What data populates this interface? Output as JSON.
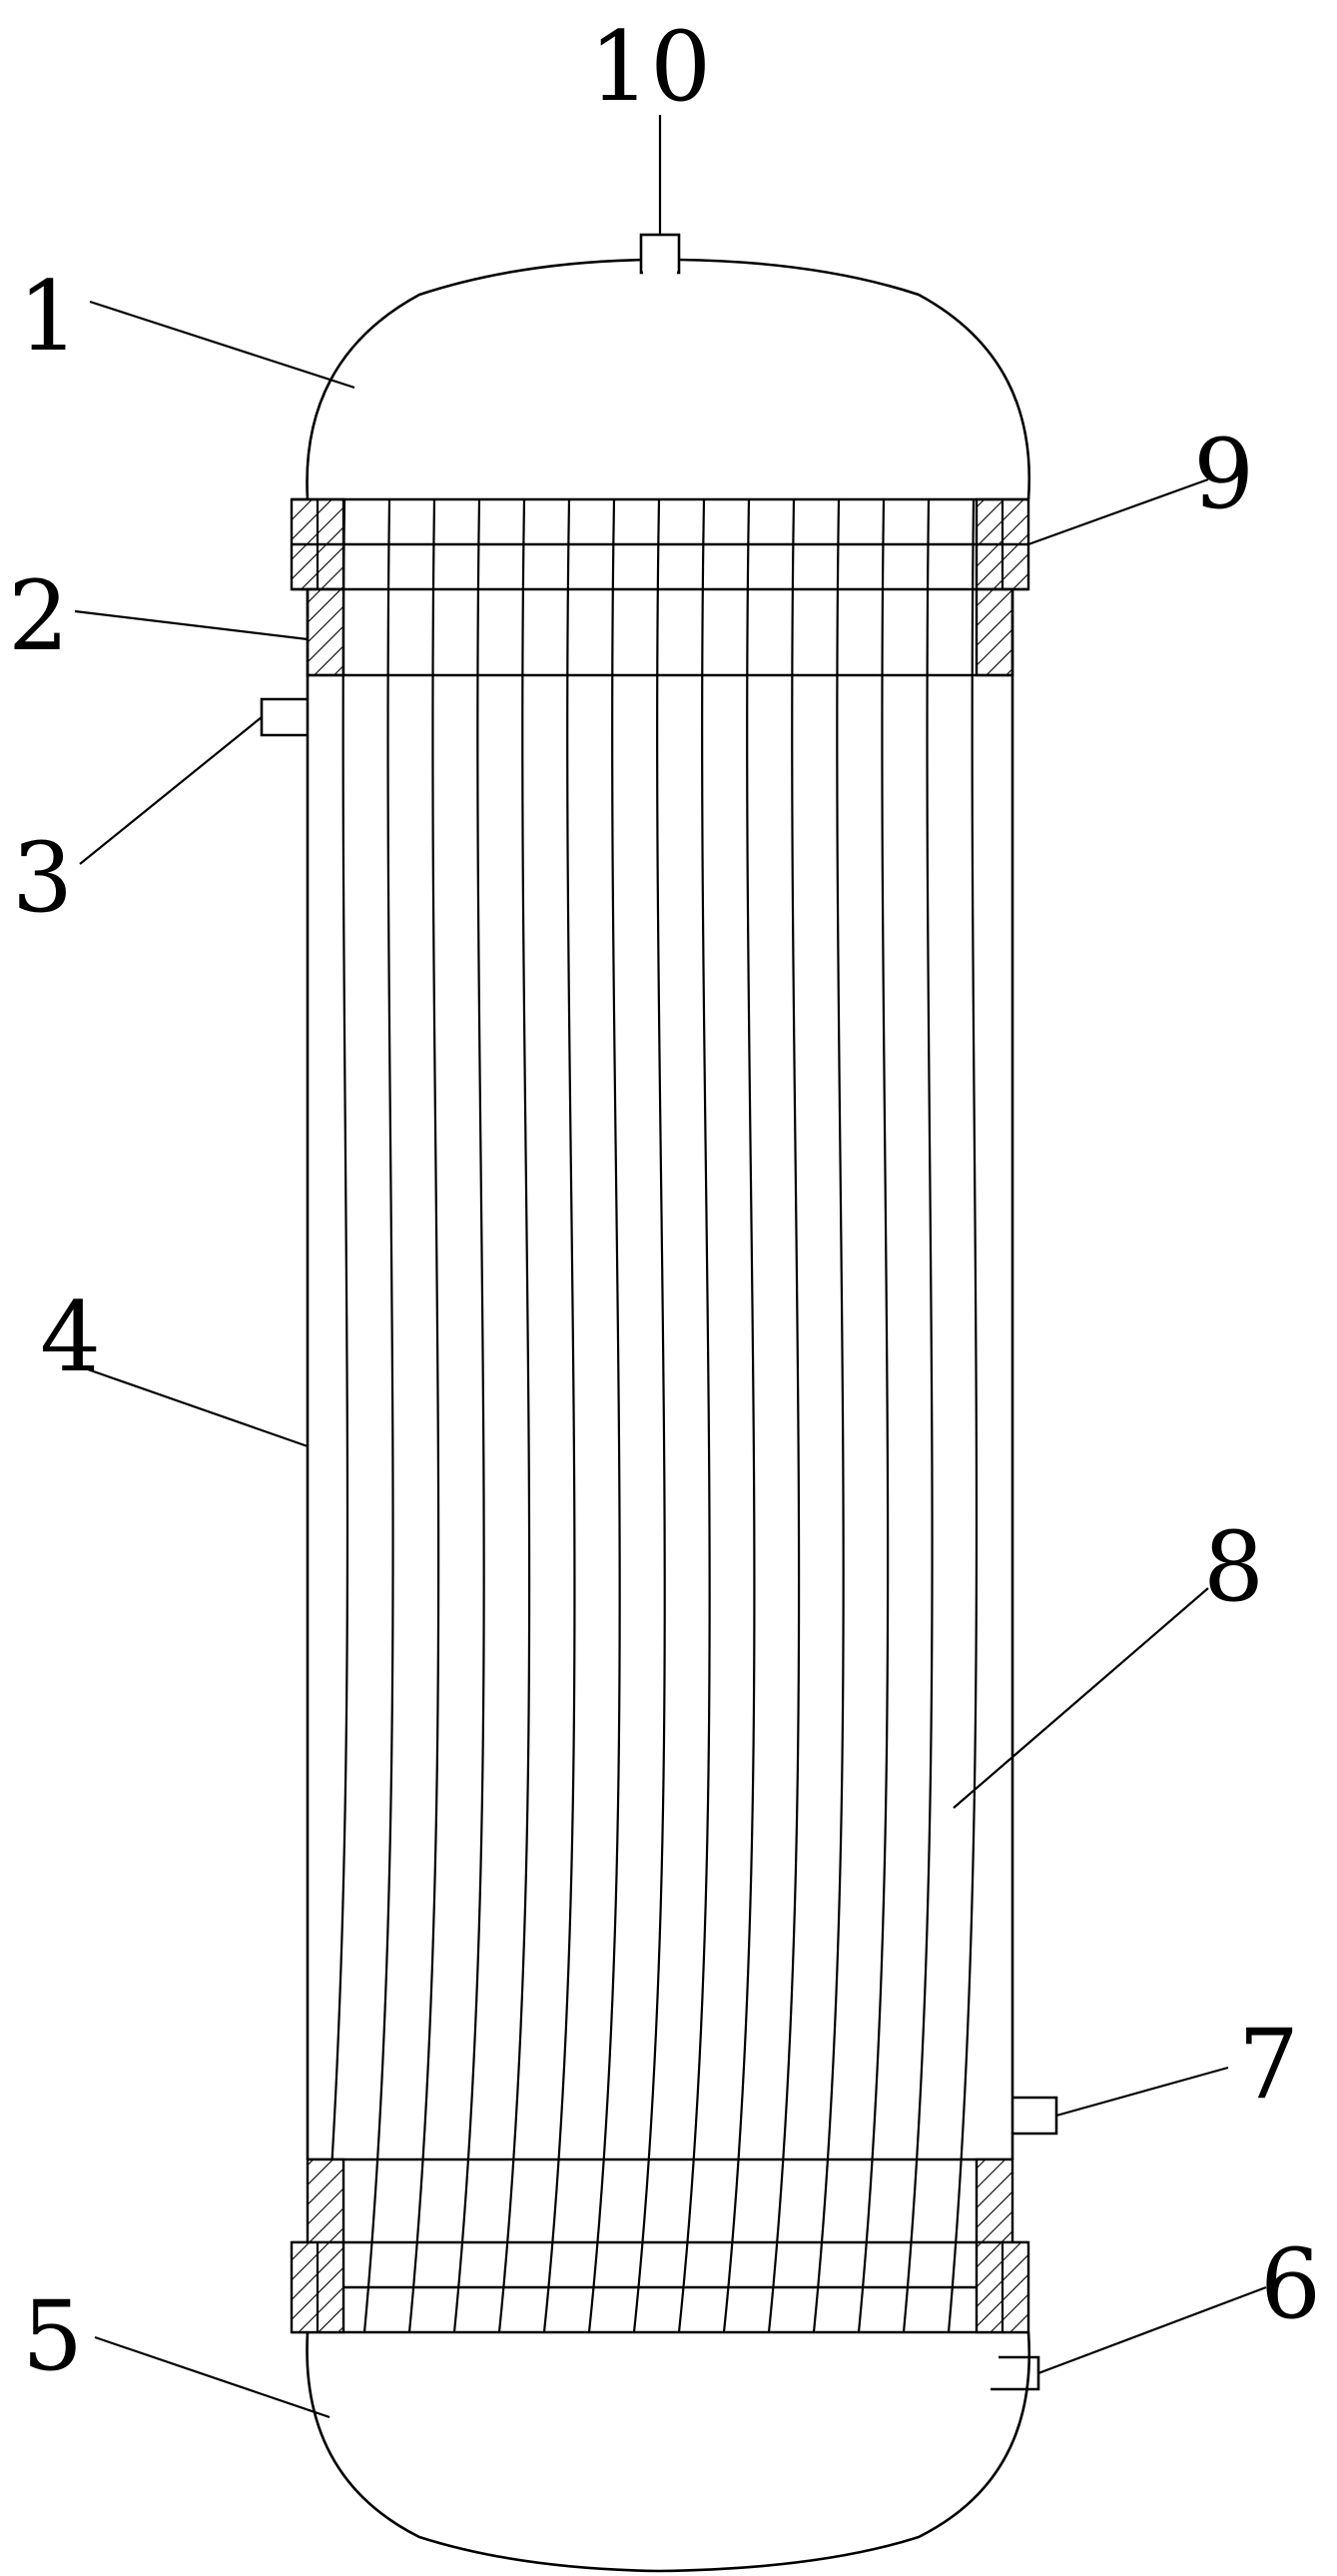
{
  "labels": {
    "top_head": "1",
    "upper_tube_sheet": "2",
    "shell_inlet": "3",
    "shell": "4",
    "bottom_head": "5",
    "bottom_outlet": "6",
    "shell_outlet": "7",
    "tube_bundle": "8",
    "upper_flange": "9",
    "top_nozzle": "10"
  },
  "colors": {
    "line": "#000000",
    "background": "#ffffff"
  },
  "tube_count": 15
}
